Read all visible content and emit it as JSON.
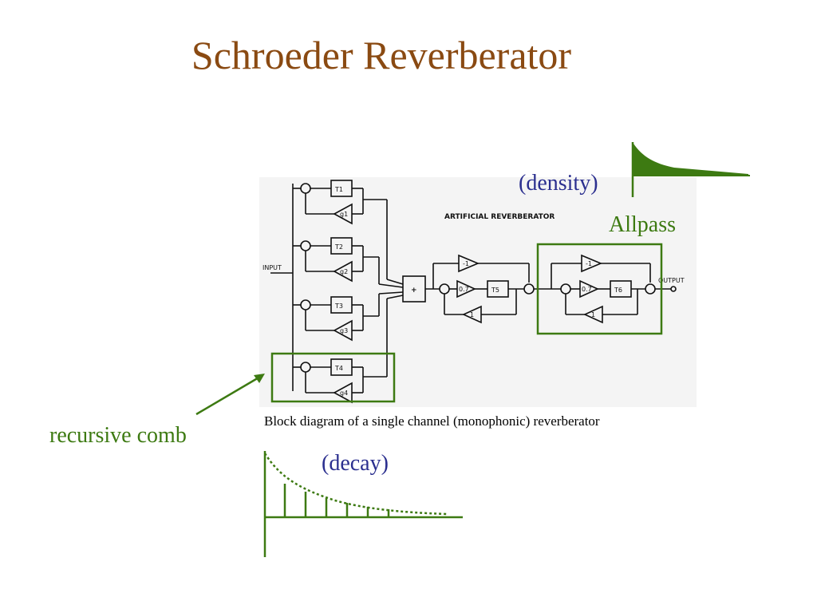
{
  "slide": {
    "title": "Schroeder Reverberator",
    "caption": "Block diagram of a single channel (monophonic) reverberator"
  },
  "diagram": {
    "heading": "ARTIFICIAL REVERBERATOR",
    "input_label": "INPUT",
    "output_label": "OUTPUT",
    "comb_delays": [
      "T1",
      "T2",
      "T3",
      "T4"
    ],
    "comb_gains": [
      "g1",
      "g2",
      "g3",
      "g4"
    ],
    "sum_symbol": "+",
    "allpass_1": {
      "forward_gain": "-1",
      "mid_gain": "0.7",
      "delay": "T5",
      "feedback_gain": "1"
    },
    "allpass_2": {
      "forward_gain": "-1",
      "mid_gain": "0.7",
      "delay": "T6",
      "feedback_gain": "1"
    }
  },
  "annotations": {
    "allpass": "Allpass",
    "recursive_comb": "recursive comb",
    "density": "(density)",
    "decay": "(decay)"
  },
  "colors": {
    "title": "#8a4a12",
    "annotation_green": "#3d7a12",
    "annotation_blue": "#2b2f8f"
  }
}
